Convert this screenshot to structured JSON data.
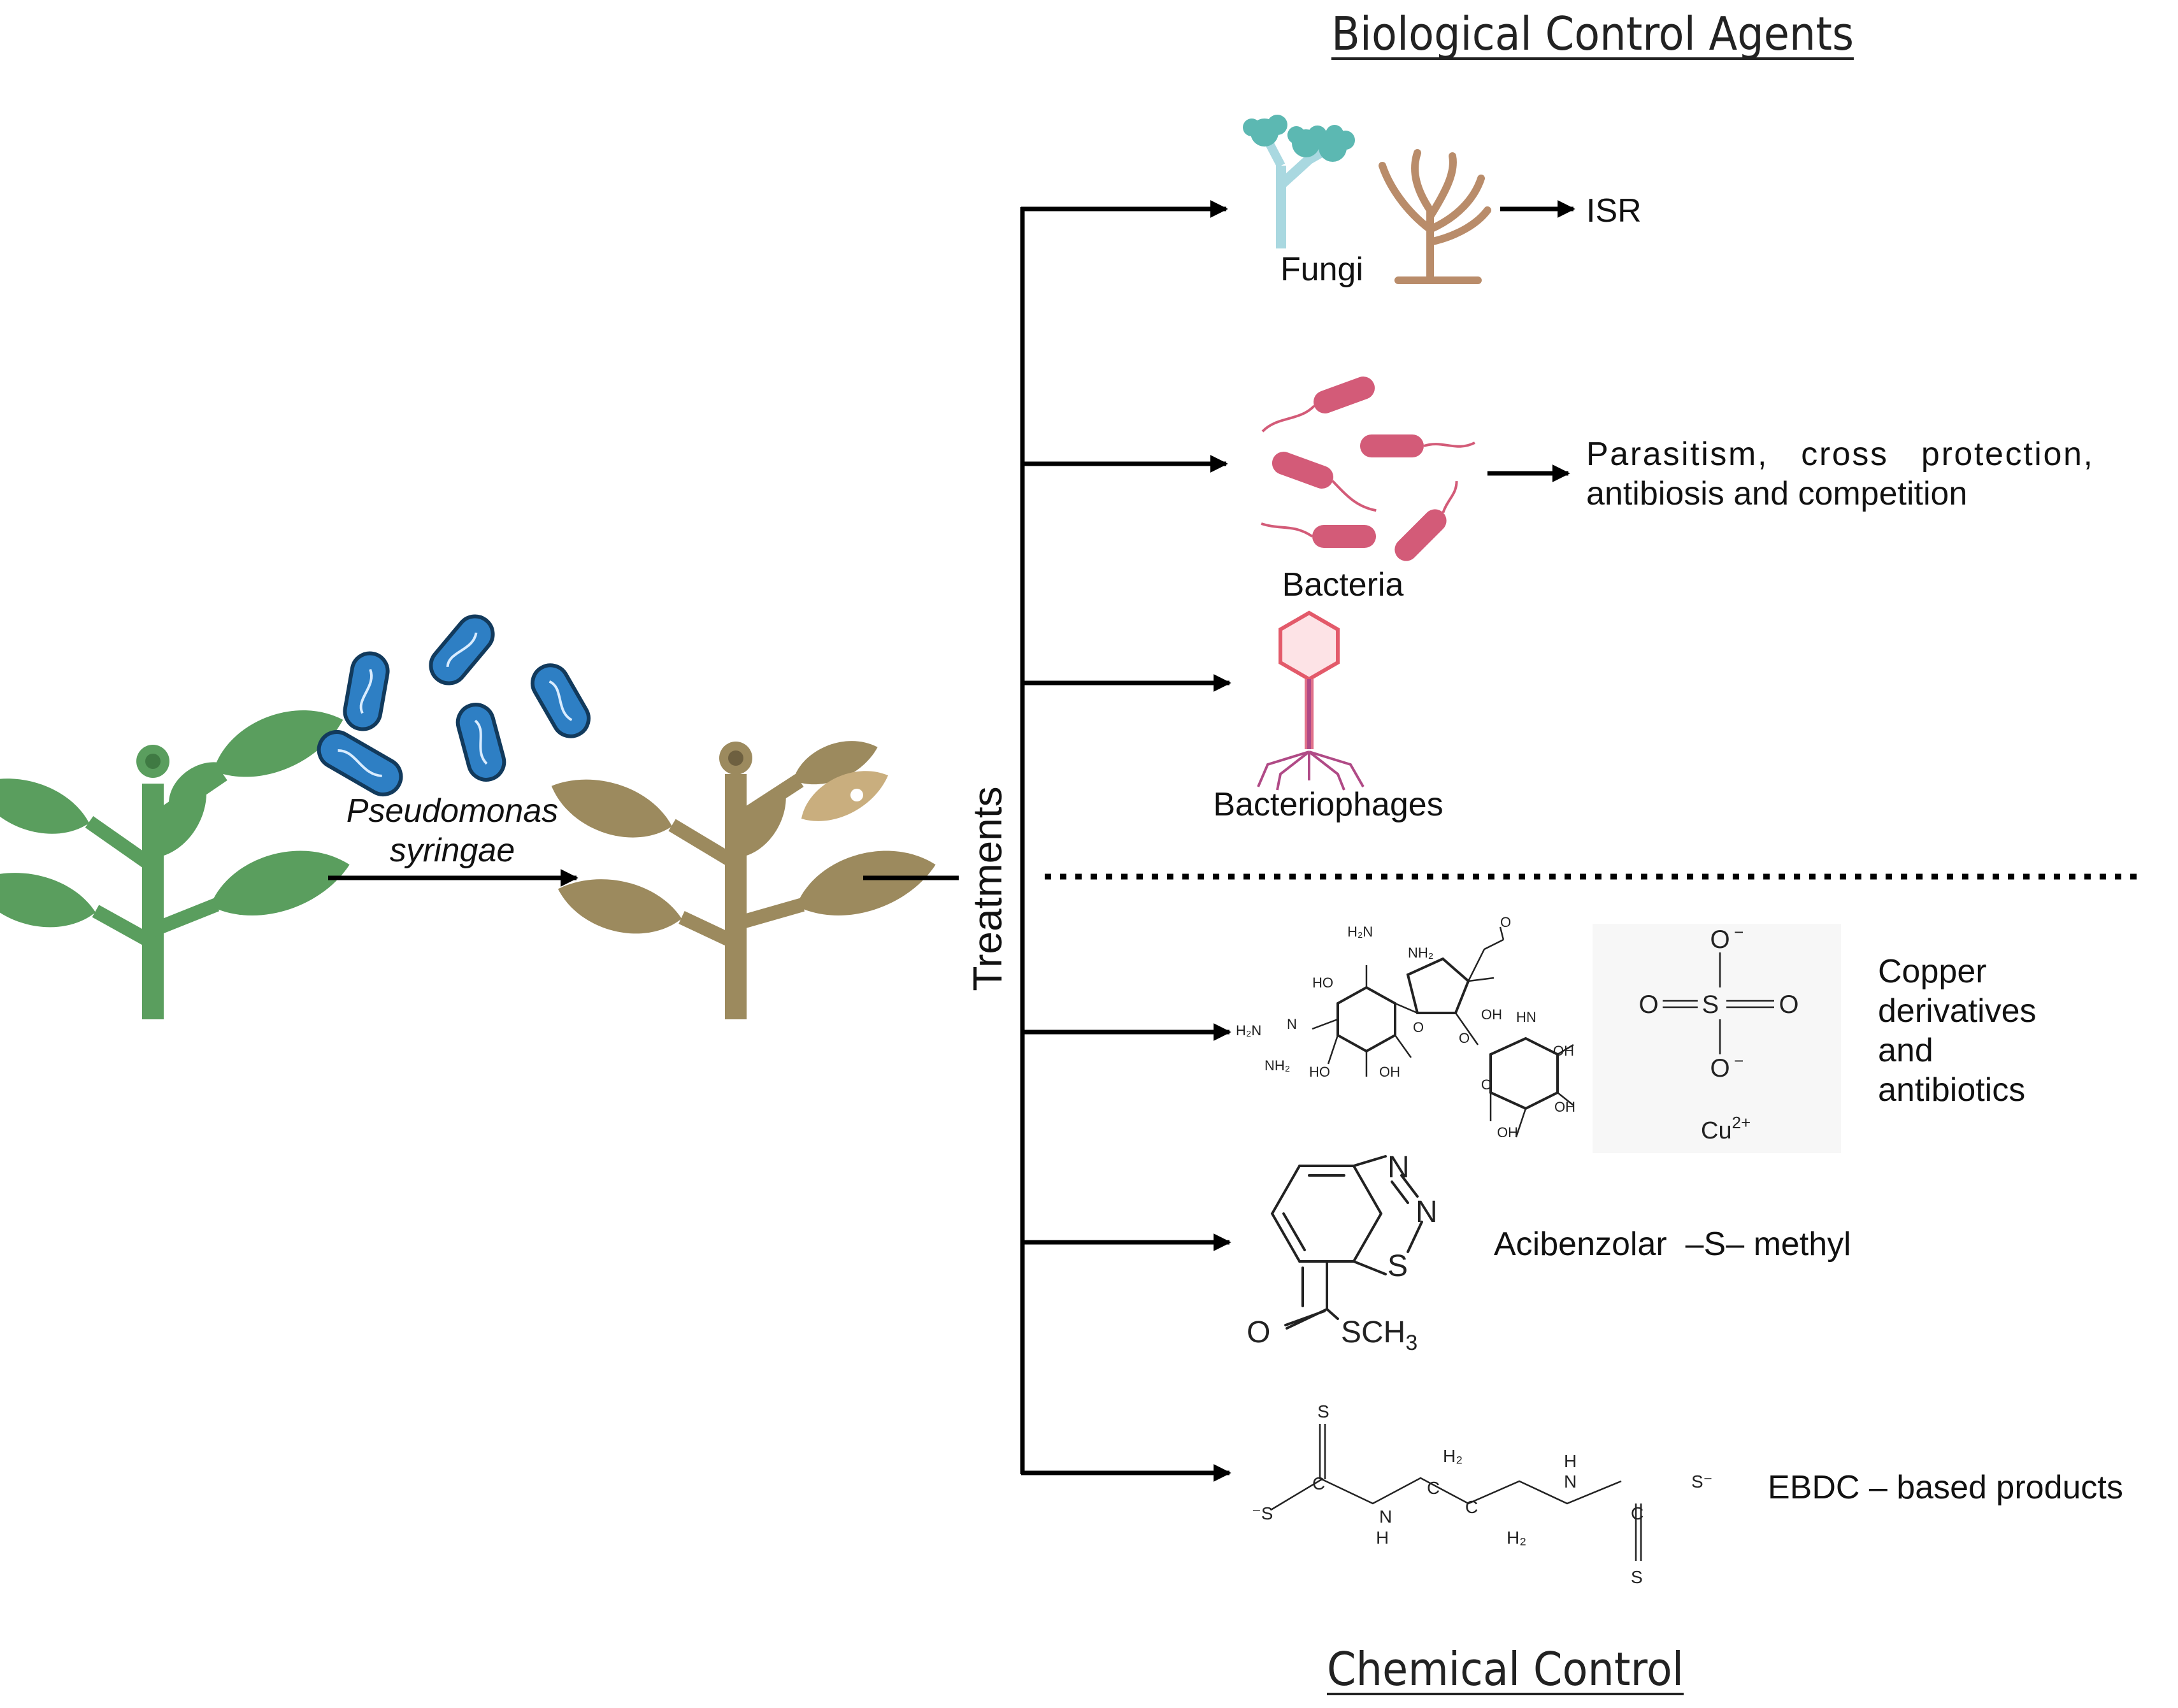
{
  "headings": {
    "biological": "Biological Control Agents",
    "chemical": "Chemical Control"
  },
  "pathogen_label": {
    "line1": "Pseudomonas",
    "line2": "syringae"
  },
  "treatments_label": "Treatments",
  "biological_agents": [
    {
      "label": "Fungi",
      "effect": "ISR",
      "icon": "fungi-icon"
    },
    {
      "label": "Bacteria",
      "effect_line1": "Parasitism,   cross   protection,",
      "effect_line2": "antibiosis and competition",
      "icon": "bacteria-icon"
    },
    {
      "label": "Bacteriophages",
      "icon": "bacteriophage-icon"
    }
  ],
  "chemical_agents": [
    {
      "label_line1": "Copper",
      "label_line2": "derivatives",
      "label_line3": "and",
      "label_line4": "antibiotics",
      "cu_label": "Cu",
      "cu_charge": "2+",
      "icon": "streptomycin-structure-icon"
    },
    {
      "label": "Acibenzolar  –S– methyl",
      "sch3_label": "SCH",
      "sch3_sub": "3",
      "icon": "acibenzolar-structure-icon"
    },
    {
      "label": "EBDC – based products",
      "icon": "ebdc-structure-icon"
    }
  ],
  "colors": {
    "healthy_plant": "#5a9e5e",
    "diseased_plant": "#9c8a5e",
    "bacteria_blue": "#2e7fc4",
    "bacteria_pink": "#d35b78",
    "fungi_teal": "#5cb8b2",
    "fungi_brown": "#b98c6a",
    "phage_head": "#e35a6a",
    "phage_tail": "#b04a86"
  }
}
